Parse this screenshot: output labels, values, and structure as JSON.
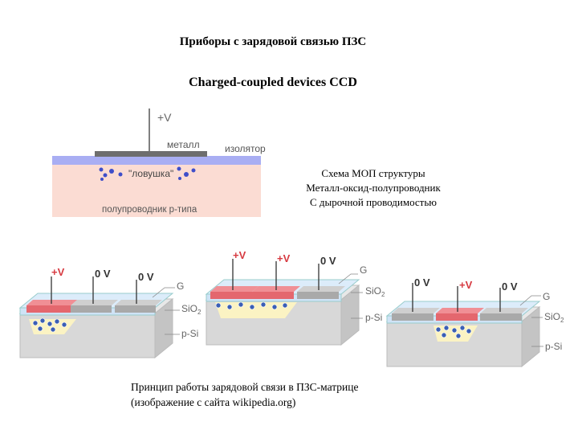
{
  "title_ru": "Приборы с зарядовой связью ПЗС",
  "title_en": "Charged-coupled devices CCD",
  "mos": {
    "voltage": "+V",
    "metal": "металл",
    "insulator": "изолятор",
    "trap": "\"ловушка\"",
    "semiconductor": "полупроводник p-типа",
    "colors": {
      "metal": "#6e6e6e",
      "insulator": "#a9aef3",
      "semiconductor": "#fbdcd3",
      "electron": "#3f4ec9"
    }
  },
  "caption_mos": [
    "Схема МОП структуры",
    "Металл-оксид-полупроводник",
    "С дырочной проводимостью"
  ],
  "ccd_labels": {
    "plus_v": "+V",
    "zero_v": "0 V",
    "gate": "G",
    "oxide": "SiO",
    "oxide_sub": "2",
    "silicon": "p-Si",
    "colors": {
      "hot_gate": "#e4676e",
      "cold_gate": "#b5b5b5",
      "oxide": "#cfe3f6",
      "substrate": "#dcdcdc",
      "well": "#fbf3c3",
      "electron": "#3b5fb5"
    }
  },
  "caption_principle": [
    "Принцип работы зарядовой связи в ПЗС-матрице",
    "(изображение с сайта wikipedia.org)"
  ]
}
